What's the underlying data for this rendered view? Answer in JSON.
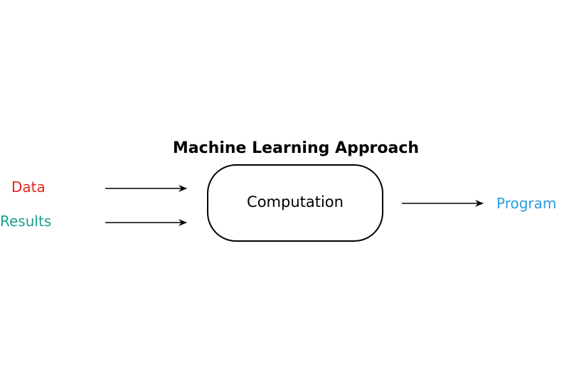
{
  "title": "Machine Learning Approach",
  "inputs": [
    {
      "label": "Data",
      "color": "#e8251a"
    },
    {
      "label": "Results",
      "color": "#1a9e8e"
    }
  ],
  "process": {
    "label": "Computation"
  },
  "output": {
    "label": "Program",
    "color": "#2a9be0"
  }
}
